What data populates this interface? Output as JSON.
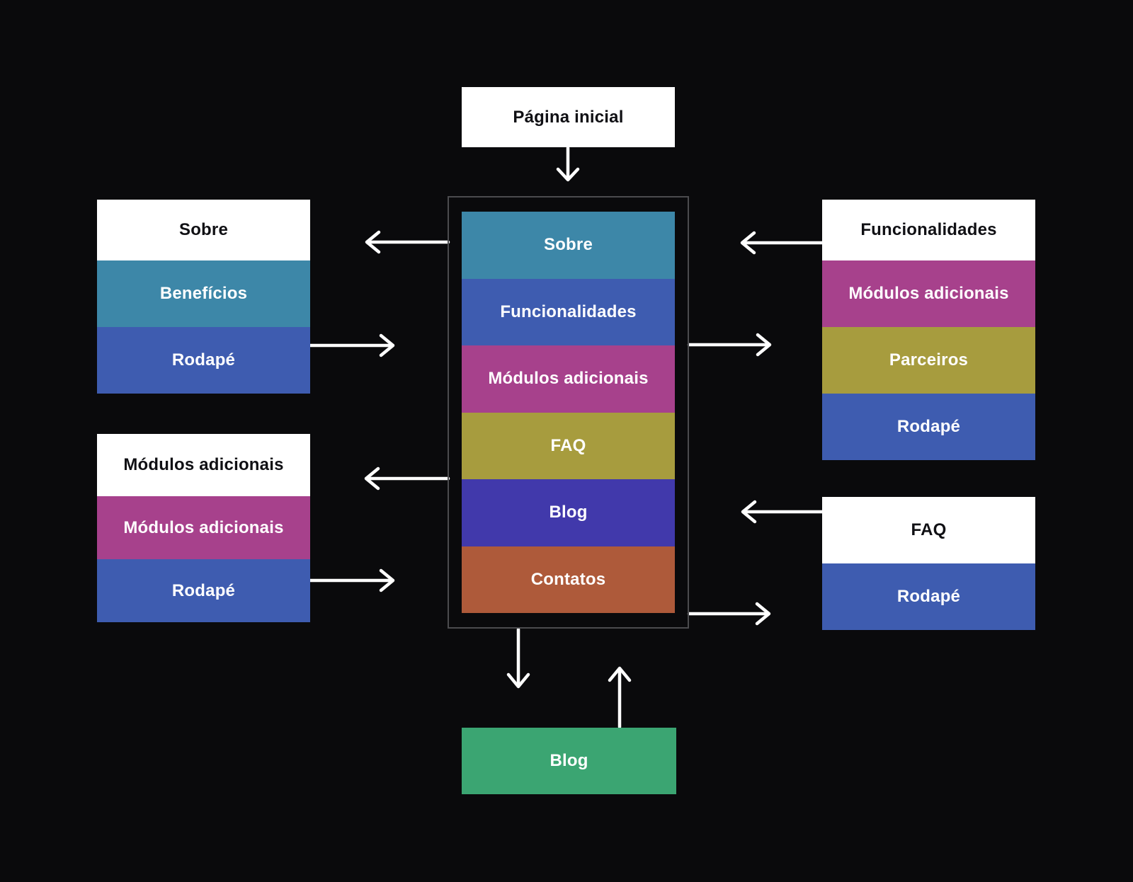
{
  "diagram": {
    "background": "#0a0a0c",
    "container_border": "#4b4b4e",
    "arrow_color": "#ffffff",
    "header_bg": "#ffffff",
    "header_text": "#101014",
    "home": {
      "label": "Página inicial",
      "bg": "#ffffff",
      "text": "#101014"
    },
    "center": {
      "rows": [
        {
          "label": "Sobre",
          "color": "#3d87a8"
        },
        {
          "label": "Funcionalidades",
          "color": "#3e5cb0"
        },
        {
          "label": "Módulos adicionais",
          "color": "#a7418c"
        },
        {
          "label": "FAQ",
          "color": "#a79c3e"
        },
        {
          "label": "Blog",
          "color": "#4139ab"
        },
        {
          "label": "Contatos",
          "color": "#ae5a3a"
        }
      ]
    },
    "left_top": {
      "header": "Sobre",
      "rows": [
        {
          "label": "Benefícios",
          "color": "#3d87a8"
        },
        {
          "label": "Rodapé",
          "color": "#3e5cb0"
        }
      ]
    },
    "left_bottom": {
      "header": "Módulos adicionais",
      "rows": [
        {
          "label": "Módulos adicionais",
          "color": "#a7418c"
        },
        {
          "label": "Rodapé",
          "color": "#3e5cb0"
        }
      ]
    },
    "right_top": {
      "header": "Funcionalidades",
      "rows": [
        {
          "label": "Módulos adicionais",
          "color": "#a7418c"
        },
        {
          "label": "Parceiros",
          "color": "#a79c3e"
        },
        {
          "label": "Rodapé",
          "color": "#3e5cb0"
        }
      ]
    },
    "right_bottom": {
      "header": "FAQ",
      "rows": [
        {
          "label": "Rodapé",
          "color": "#3e5cb0"
        }
      ]
    },
    "blog": {
      "label": "Blog",
      "color": "#3ba572"
    },
    "edges": [
      {
        "from": "pagina-inicial",
        "to": "homepage-sections"
      },
      {
        "from": "homepage-sections",
        "to": "sobre-page"
      },
      {
        "from": "sobre-page",
        "to": "homepage-sections"
      },
      {
        "from": "homepage-sections",
        "to": "modulos-adicionais-page"
      },
      {
        "from": "modulos-adicionais-page",
        "to": "homepage-sections"
      },
      {
        "from": "funcionalidades-page",
        "to": "homepage-sections"
      },
      {
        "from": "homepage-sections",
        "to": "funcionalidades-page"
      },
      {
        "from": "faq-page",
        "to": "homepage-sections"
      },
      {
        "from": "homepage-sections",
        "to": "faq-page"
      },
      {
        "from": "homepage-sections",
        "to": "blog-page"
      },
      {
        "from": "blog-page",
        "to": "homepage-sections"
      }
    ]
  }
}
